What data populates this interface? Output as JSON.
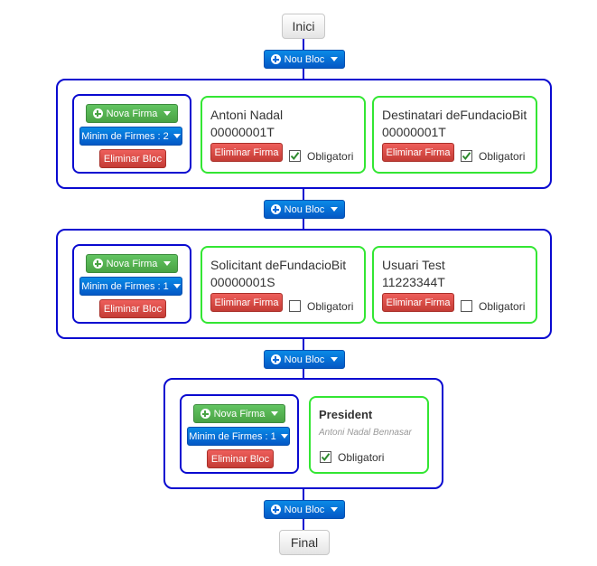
{
  "start_label": "Inici",
  "end_label": "Final",
  "nou_bloc_label": "Nou Bloc",
  "nova_firma_label": "Nova Firma",
  "eliminar_bloc_label": "Eliminar Bloc",
  "eliminar_firma_label": "Eliminar Firma",
  "obligatori_label": "Obligatori",
  "blocks": [
    {
      "minim_label": "Minim de Firmes : 2",
      "signers": [
        {
          "name": "Antoni Nadal",
          "nif": "00000001T",
          "obligatori": true
        },
        {
          "name": "Destinatari deFundacioBit",
          "nif": "00000001T",
          "obligatori": true
        }
      ]
    },
    {
      "minim_label": "Minim de Firmes : 1",
      "signers": [
        {
          "name": "Solicitant deFundacioBit",
          "nif": "00000001S",
          "obligatori": false
        },
        {
          "name": "Usuari Test",
          "nif": "11223344T",
          "obligatori": false
        }
      ]
    },
    {
      "minim_label": "Minim de Firmes : 1",
      "signers": [
        {
          "name": "President",
          "person": "Antoni Nadal Bennasar",
          "obligatori": true
        }
      ]
    }
  ],
  "colors": {
    "connector": "#0a0ad0",
    "card_border": "#33e633",
    "primary": "#0458c6",
    "success": "#4aa344",
    "danger": "#c43c35"
  }
}
